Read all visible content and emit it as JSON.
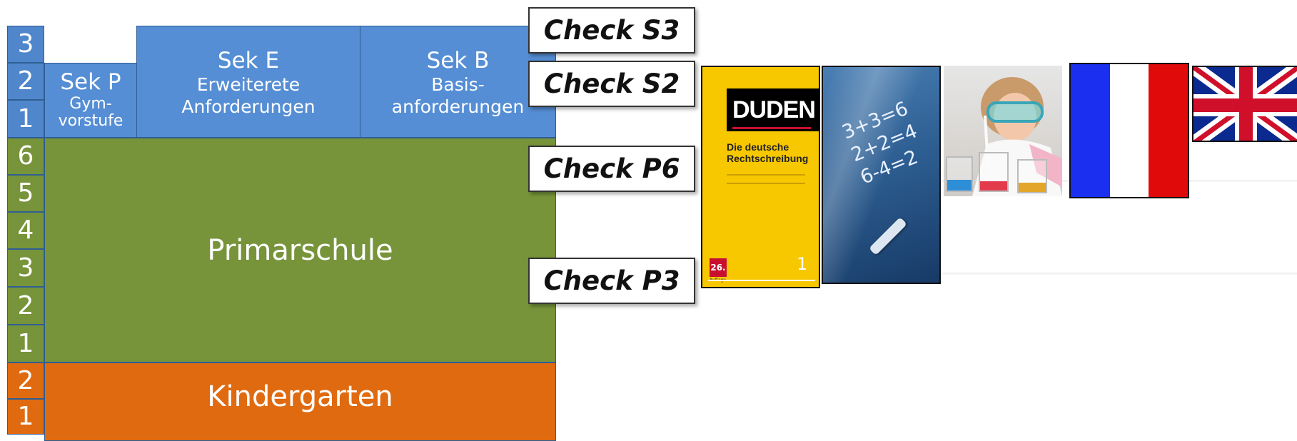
{
  "grades": {
    "sek": [
      "3",
      "2",
      "1"
    ],
    "primar": [
      "6",
      "5",
      "4",
      "3",
      "2",
      "1"
    ],
    "kg": [
      "2",
      "1"
    ]
  },
  "blocks": {
    "sek_p": {
      "title": "Sek P",
      "line1": "Gym-",
      "line2": "vorstufe"
    },
    "sek_e": {
      "title": "Sek E",
      "line1": "Erweiterete",
      "line2": "Anforderungen"
    },
    "sek_b": {
      "title": "Sek B",
      "line1": "Basis-",
      "line2": "anforderungen"
    },
    "primar": "Primarschule",
    "kindergarten": "Kindergarten"
  },
  "checks": [
    "Check S3",
    "Check S2",
    "Check P6",
    "Check P3"
  ],
  "images": {
    "duden": {
      "brand": "DUDEN",
      "title_l1": "Die deutsche",
      "title_l2": "Rechtschreibung",
      "edition": "26.",
      "edition_sub": "Auflage",
      "volume": "1"
    },
    "math": {
      "eq1": "3+3=6",
      "eq2": "2+2=4",
      "eq3": "6-4=2"
    }
  },
  "colors": {
    "sek_blue": "#558ed5",
    "primar_green": "#77943a",
    "kg_orange": "#e06a10",
    "border": "#2f5f93"
  }
}
